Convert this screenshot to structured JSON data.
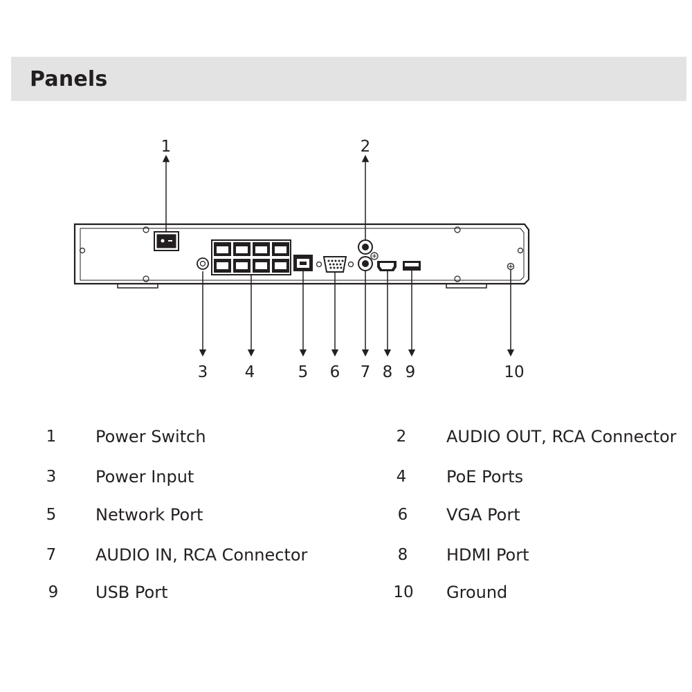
{
  "header": {
    "title": "Panels"
  },
  "callouts": [
    "1",
    "2",
    "3",
    "4",
    "5",
    "6",
    "7",
    "8",
    "9",
    "10"
  ],
  "legend": [
    {
      "num": "1",
      "label": "Power Switch"
    },
    {
      "num": "2",
      "label": "AUDIO OUT, RCA Connector"
    },
    {
      "num": "3",
      "label": "Power Input"
    },
    {
      "num": "4",
      "label": "PoE Ports"
    },
    {
      "num": "5",
      "label": "Network Port"
    },
    {
      "num": "6",
      "label": "VGA Port"
    },
    {
      "num": "7",
      "label": "AUDIO IN, RCA Connector"
    },
    {
      "num": "8",
      "label": "HDMI Port"
    },
    {
      "num": "9",
      "label": "USB Port"
    },
    {
      "num": "10",
      "label": "Ground"
    }
  ]
}
